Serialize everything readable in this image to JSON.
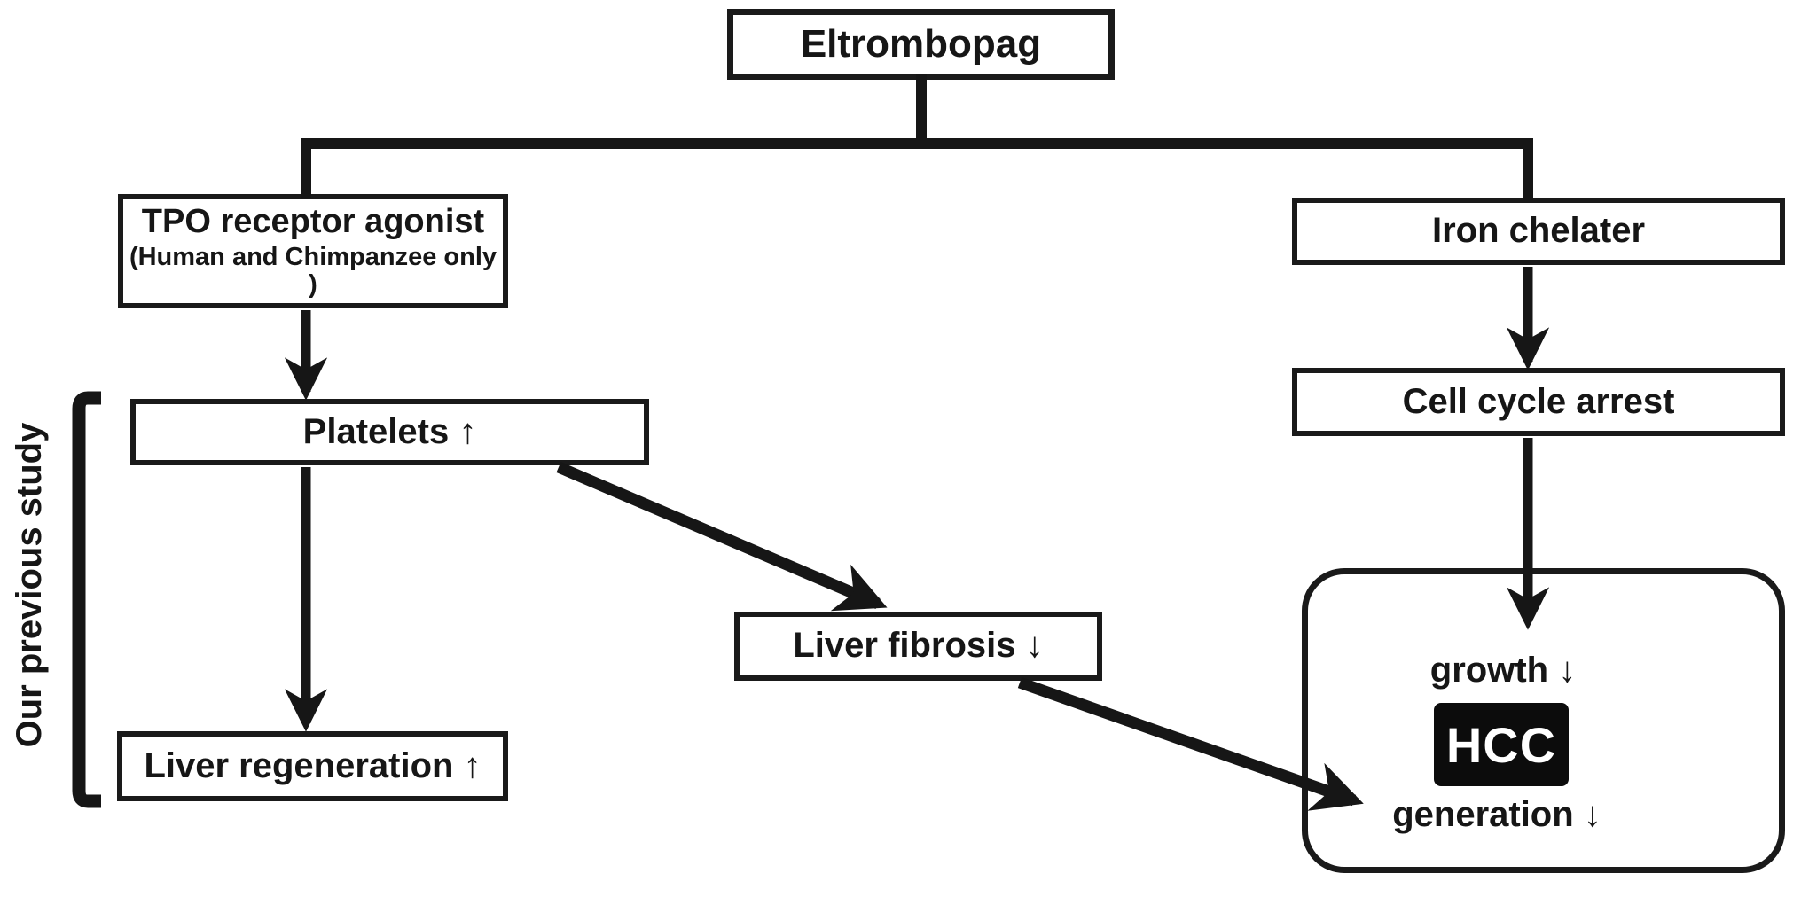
{
  "figure": {
    "background": "#ffffff",
    "line_color": "#161616",
    "box_border_color": "#1a1a1a",
    "hcc_chip_bg": "#0c0c0c",
    "hcc_chip_text_color": "#ffffff",
    "side_annotation": "Our previous study",
    "nodes": {
      "eltrombopag": {
        "label": "Eltrombopag"
      },
      "tpo_receptor_agonist": {
        "label": "TPO receptor agonist",
        "sublabel": "(Human and Chimpanzee only )"
      },
      "platelets": {
        "label": "Platelets ↑"
      },
      "liver_regeneration": {
        "label": "Liver regeneration ↑"
      },
      "liver_fibrosis": {
        "label": "Liver fibrosis ↓"
      },
      "iron_chelater": {
        "label": "Iron chelater"
      },
      "cell_cycle_arrest": {
        "label": "Cell cycle arrest"
      },
      "hcc_outcome": {
        "growth_label": "growth ↓",
        "hcc_label": "HCC",
        "generation_label": "generation ↓"
      }
    },
    "edges": [
      {
        "from": "eltrombopag",
        "to": "tpo_receptor_agonist",
        "style": "line"
      },
      {
        "from": "eltrombopag",
        "to": "iron_chelater",
        "style": "line"
      },
      {
        "from": "tpo_receptor_agonist",
        "to": "platelets",
        "style": "arrow"
      },
      {
        "from": "platelets",
        "to": "liver_regeneration",
        "style": "arrow"
      },
      {
        "from": "platelets",
        "to": "liver_fibrosis",
        "style": "arrow"
      },
      {
        "from": "liver_fibrosis",
        "to": "hcc_outcome",
        "style": "arrow"
      },
      {
        "from": "iron_chelater",
        "to": "cell_cycle_arrest",
        "style": "arrow"
      },
      {
        "from": "cell_cycle_arrest",
        "to": "hcc_outcome",
        "style": "arrow"
      }
    ],
    "bracket_covers": [
      "platelets",
      "liver_regeneration"
    ]
  }
}
